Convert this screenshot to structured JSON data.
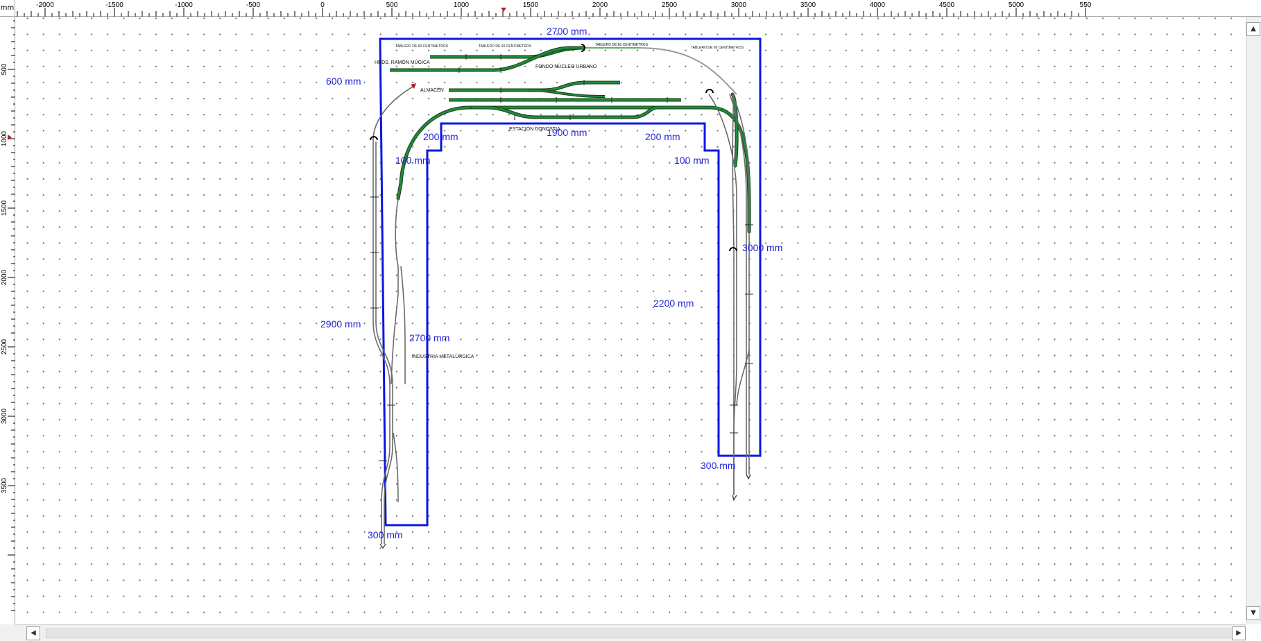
{
  "ruler": {
    "unit": "mm",
    "top_labels": [
      "-2000",
      "-1500",
      "-1000",
      "-500",
      "0",
      "500",
      "1000",
      "1500",
      "2000",
      "2500",
      "3000",
      "3500",
      "4000",
      "4500",
      "5000",
      "550"
    ],
    "left_labels": [
      "500",
      "1000",
      "1500",
      "2000",
      "2500",
      "3000",
      "3500"
    ]
  },
  "dimensions": {
    "top_width": "2700 mm",
    "left_top": "600 mm",
    "inner_width": "1900 mm",
    "inner_left_step": "200 mm",
    "inner_right_step": "200 mm",
    "inner_left_offset": "100 mm",
    "inner_right_offset": "100 mm",
    "right_height": "3000 mm",
    "inner_right_height": "2200 mm",
    "left_height": "2900 mm",
    "inner_left_height": "2700 mm",
    "right_bottom_width": "300 mm",
    "left_bottom_width": "300 mm"
  },
  "labels": {
    "board_1": "TABLERO DE 60 CENTIMETROS",
    "board_2": "TABLERO DE 60 CENTIMETROS",
    "board_3": "TABLERO DE 60 CENTIMETROS",
    "board_4": "TABLERO DE 60 CENTIMETROS",
    "hermanos": "HRDS. RAMÓN MÚGICA",
    "fondo": "FONDO NÚCLEO URBANO",
    "almacen": "ALMACÉN",
    "estacion": "ESTACIÓN DONOSTIA",
    "industria": "INDUSTRIA METALÚRGICA"
  },
  "colors": {
    "outline": "#0a17e0",
    "dimension_text": "#2323d6",
    "track_green": "#1f8c3a",
    "track_dark": "#1a3a1a",
    "track_grey": "#6a6a6a"
  }
}
